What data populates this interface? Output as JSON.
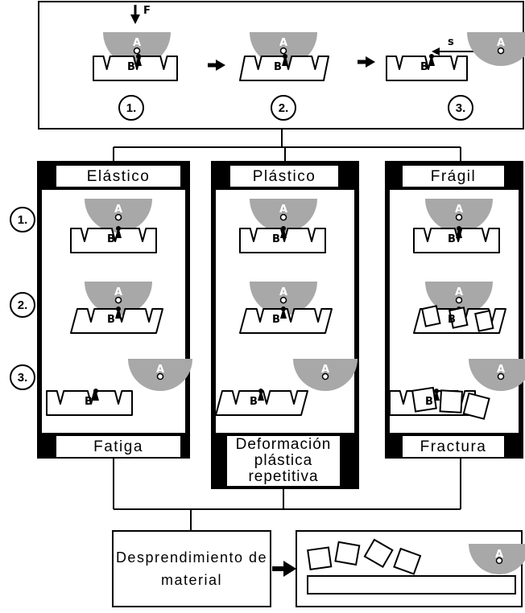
{
  "process": {
    "force_label": "F",
    "point_a": "A",
    "point_b": "B",
    "slip_label": "s",
    "steps": [
      "1.",
      "2.",
      "3."
    ]
  },
  "columns": [
    {
      "title": "Elástico",
      "result": "Fatiga"
    },
    {
      "title": "Plástico",
      "result": "Deformación plástica repetitiva"
    },
    {
      "title": "Frágil",
      "result": "Fractura"
    }
  ],
  "outcome": {
    "label": "Desprendimiento de material"
  },
  "colors": {
    "indenter": "#a8a8a8",
    "frame": "#000000",
    "background": "#ffffff"
  }
}
